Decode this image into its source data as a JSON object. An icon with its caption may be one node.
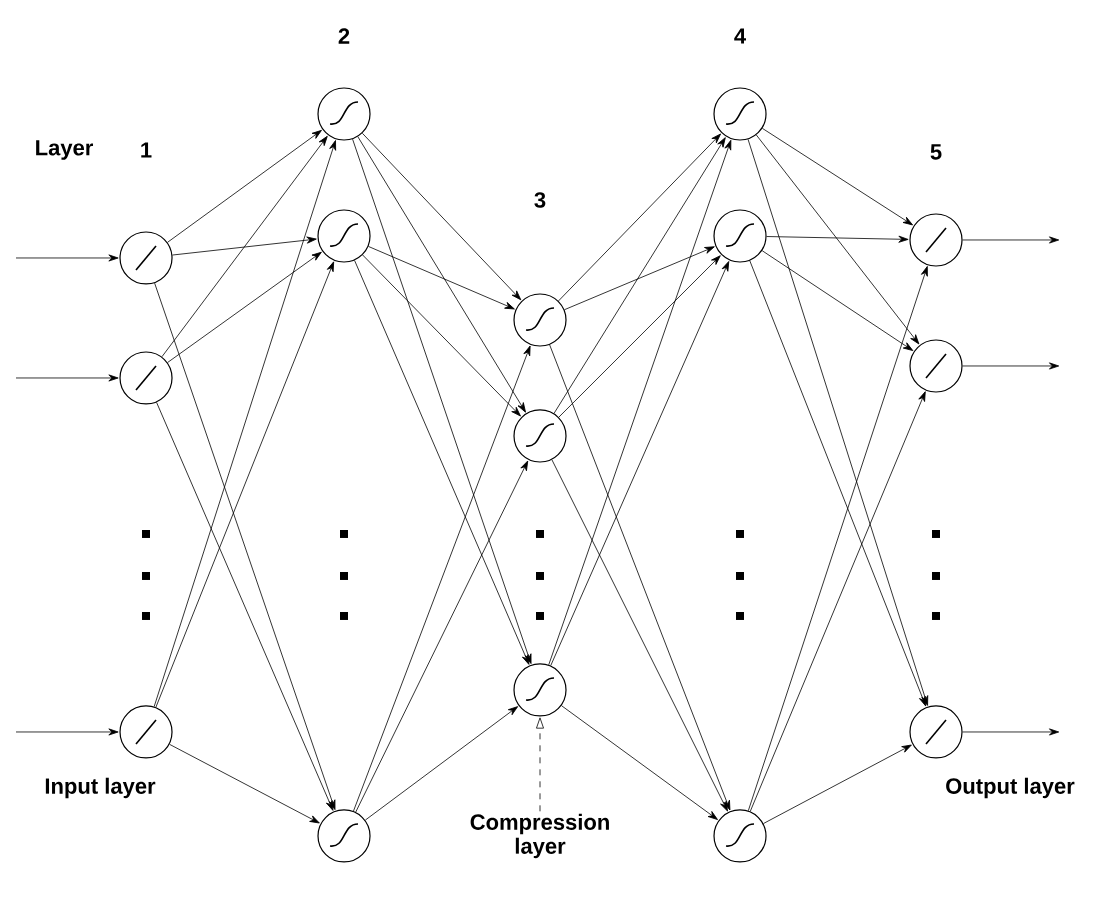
{
  "diagram": {
    "nodes": [
      {
        "text": [],
        "shape": "circle"
      },
      {
        "text": [],
        "shape": "circle"
      },
      {
        "text": [],
        "shape": "circle"
      },
      {
        "text": [],
        "shape": "circle"
      },
      {
        "text": [],
        "shape": "circle"
      },
      {
        "text": [],
        "shape": "circle"
      },
      {
        "text": [],
        "shape": "circle"
      },
      {
        "text": [],
        "shape": "circle"
      },
      {
        "text": [],
        "shape": "circle"
      },
      {
        "text": [],
        "shape": "circle"
      },
      {
        "text": [],
        "shape": "circle"
      },
      {
        "text": [],
        "shape": "circle"
      },
      {
        "text": [],
        "shape": "circle"
      },
      {
        "text": [],
        "shape": "circle"
      },
      {
        "text": [],
        "shape": "circle"
      },
      {
        "text": [
          "Compression layer"
        ]
      }
    ],
    "edges": [
      {
        "from": null,
        "to": 0,
        "arrow": "to"
      },
      {
        "from": null,
        "to": 1,
        "arrow": "to"
      },
      {
        "from": null,
        "to": 2,
        "arrow": "to"
      },
      {
        "from": 0,
        "to": 3,
        "arrow": "to"
      },
      {
        "from": 0,
        "to": 4,
        "arrow": "to"
      },
      {
        "from": 0,
        "to": 5,
        "arrow": "to"
      },
      {
        "from": 1,
        "to": 3,
        "arrow": "to"
      },
      {
        "from": 1,
        "to": 4,
        "arrow": "to"
      },
      {
        "from": 1,
        "to": 5,
        "arrow": "to"
      },
      {
        "from": 2,
        "to": 3,
        "arrow": "to"
      },
      {
        "from": 2,
        "to": 4,
        "arrow": "to"
      },
      {
        "from": 2,
        "to": 5,
        "arrow": "to"
      },
      {
        "from": 3,
        "to": 6,
        "arrow": "to"
      },
      {
        "from": 3,
        "to": 7,
        "arrow": "to"
      },
      {
        "from": 3,
        "to": 8,
        "arrow": "to"
      },
      {
        "from": 4,
        "to": 6,
        "arrow": "to"
      },
      {
        "from": 4,
        "to": 7,
        "arrow": "to"
      },
      {
        "from": 4,
        "to": 8,
        "arrow": "to"
      },
      {
        "from": 5,
        "to": 6,
        "arrow": "to"
      },
      {
        "from": 5,
        "to": 7,
        "arrow": "to"
      },
      {
        "from": 5,
        "to": 8,
        "arrow": "to"
      },
      {
        "from": 6,
        "to": 9,
        "arrow": "to"
      },
      {
        "from": 6,
        "to": 10,
        "arrow": "to"
      },
      {
        "from": 6,
        "to": 11,
        "arrow": "to"
      },
      {
        "from": 7,
        "to": 9,
        "arrow": "to"
      },
      {
        "from": 7,
        "to": 10,
        "arrow": "to"
      },
      {
        "from": 7,
        "to": 11,
        "arrow": "to"
      },
      {
        "from": 8,
        "to": 9,
        "arrow": "to"
      },
      {
        "from": 8,
        "to": 10,
        "arrow": "to"
      },
      {
        "from": 8,
        "to": 11,
        "arrow": "to"
      },
      {
        "from": 9,
        "to": 12,
        "arrow": "to"
      },
      {
        "from": 9,
        "to": 13,
        "arrow": "to"
      },
      {
        "from": 9,
        "to": 14,
        "arrow": "to"
      },
      {
        "from": 10,
        "to": 12,
        "arrow": "to"
      },
      {
        "from": 10,
        "to": 13,
        "arrow": "to"
      },
      {
        "from": 10,
        "to": 14,
        "arrow": "to"
      },
      {
        "from": 11,
        "to": 12,
        "arrow": "to"
      },
      {
        "from": 11,
        "to": 13,
        "arrow": "to"
      },
      {
        "from": 11,
        "to": 14,
        "arrow": "to"
      },
      {
        "from": 12,
        "to": null,
        "arrow": "to"
      },
      {
        "from": 13,
        "to": null,
        "arrow": "to"
      },
      {
        "from": 14,
        "to": null,
        "arrow": "to"
      },
      {
        "from": 15,
        "to": 8,
        "arrow": "to",
        "style": "dashed"
      }
    ],
    "labels": [
      "2",
      "4",
      "Layer",
      "1",
      "5",
      "3",
      "Input layer",
      "Output layer"
    ]
  }
}
